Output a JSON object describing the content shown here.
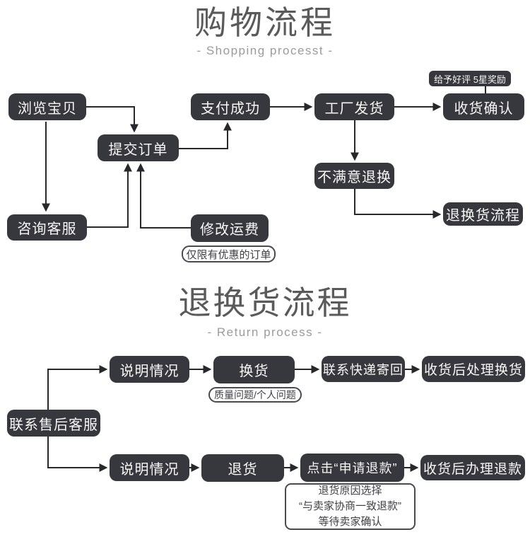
{
  "colors": {
    "box_bg": "#37373e",
    "box_text": "#f7f7f7",
    "line": "#28282c",
    "title": "#5a5a5a",
    "subtitle": "#9b9b9b",
    "page_bg": "#ffffff"
  },
  "shopping": {
    "title": "购物流程",
    "subtitle": "- Shopping processt -",
    "badge": "给予好评 5星奖励",
    "nodes": {
      "browse": "浏览宝贝",
      "submit": "提交订单",
      "pay": "支付成功",
      "ship": "工厂发货",
      "confirm": "收货确认",
      "dissatisfied": "不满意退换",
      "consult": "咨询客服",
      "modify_fee": "修改运费",
      "return_flow": "退换货流程"
    },
    "notes": {
      "fee_note": "仅限有优惠的订单"
    }
  },
  "return": {
    "title": "退换货流程",
    "subtitle": "- Return process -",
    "nodes": {
      "contact": "联系售后客服",
      "explain_top": "说明情况",
      "exchange": "换货",
      "courier": "联系快递寄回",
      "handle_exchange": "收货后处理换货",
      "explain_bottom": "说明情况",
      "return_goods": "退货",
      "click_refund": "点击“申请退款”",
      "handle_refund": "收货后办理退款"
    },
    "notes": {
      "exchange_note": "质量问题/个人问题",
      "refund_line1": "退货原因选择",
      "refund_line2": "“与卖家协商一致退款”",
      "refund_line3": "等待卖家确认"
    }
  }
}
